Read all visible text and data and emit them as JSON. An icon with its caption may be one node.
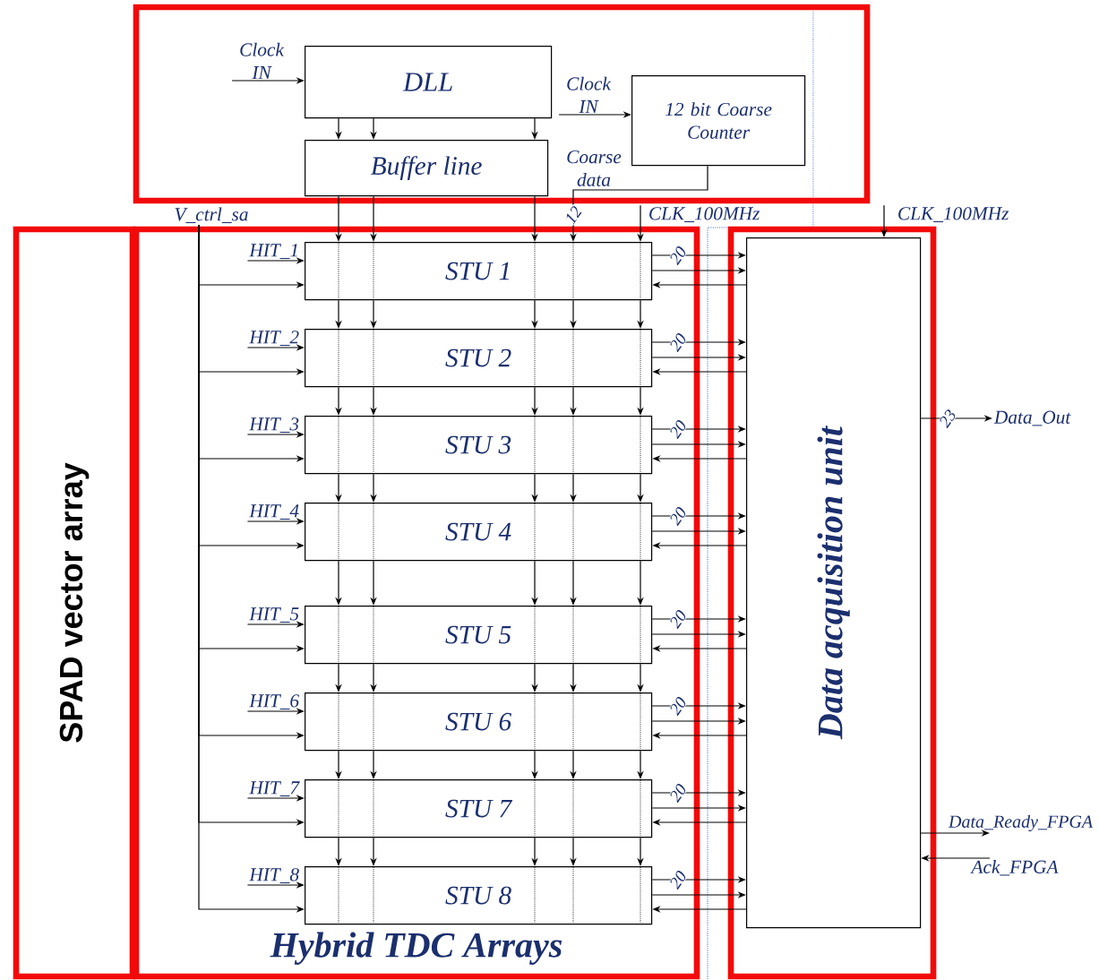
{
  "diagram": {
    "nodes": [
      {
        "text": [],
        "shape": "box"
      },
      {
        "text": [
          "SPAD vector array"
        ]
      },
      {
        "text": [
          "Hybrid TDC Arrays"
        ]
      },
      {
        "text": [],
        "shape": "box"
      },
      {
        "text": [
          "Clock IN"
        ],
        "in": 0
      },
      {
        "text": [
          "DLL"
        ],
        "in": 0
      },
      {
        "text": [
          "Buffer line"
        ],
        "in": 0
      },
      {
        "text": [
          "Clock IN"
        ],
        "in": 0
      },
      {
        "text": [
          "12 bit Coarse Counter"
        ],
        "in": 0
      },
      {
        "text": [
          "V_ctrl_sa"
        ]
      },
      {
        "text": [
          "CLK_100MHz"
        ]
      },
      {
        "text": [
          "HIT_1"
        ],
        "in": 2
      },
      {
        "text": [
          "HIT_2"
        ],
        "in": 2
      },
      {
        "text": [
          "HIT_3"
        ],
        "in": 2
      },
      {
        "text": [
          "HIT_4"
        ],
        "in": 2
      },
      {
        "text": [
          "HIT_5"
        ],
        "in": 2
      },
      {
        "text": [
          "HIT_6"
        ],
        "in": 2
      },
      {
        "text": [
          "HIT_7"
        ],
        "in": 2
      },
      {
        "text": [
          "HIT_8"
        ],
        "in": 2
      },
      {
        "text": [
          "STU 1"
        ],
        "in": 2
      },
      {
        "text": [
          "STU 2"
        ],
        "in": 2
      },
      {
        "text": [
          "STU 3"
        ],
        "in": 2
      },
      {
        "text": [
          "STU 4"
        ],
        "in": 2
      },
      {
        "text": [
          "STU 5"
        ],
        "in": 2
      },
      {
        "text": [
          "STU 6"
        ],
        "in": 2
      },
      {
        "text": [
          "STU 7"
        ],
        "in": 2
      },
      {
        "text": [
          "STU 8"
        ],
        "in": 2
      },
      {
        "text": [
          "Data acquisition unit"
        ],
        "in": 3
      },
      {
        "text": [
          "CLK_100MHz"
        ]
      },
      {
        "text": [
          "Data_Out"
        ]
      },
      {
        "text": [
          "Data_Ready_FPGA"
        ]
      },
      {
        "text": [
          "Ack_FPGA"
        ]
      }
    ],
    "edges": [
      {
        "from": 4,
        "to": 5,
        "arrow": "to"
      },
      {
        "from": 7,
        "to": 8,
        "arrow": "to"
      },
      {
        "from": 5,
        "to": 6,
        "arrow": "to"
      },
      {
        "from": 5,
        "to": 6,
        "arrow": "to"
      },
      {
        "from": 5,
        "to": 6,
        "arrow": "to"
      },
      {
        "from": 6,
        "to": 19,
        "arrow": "to"
      },
      {
        "from": 6,
        "to": 19,
        "arrow": "to"
      },
      {
        "from": 6,
        "to": 19,
        "arrow": "to"
      },
      {
        "from": 8,
        "to": 19,
        "arrow": "to",
        "label": "12"
      },
      {
        "from": 10,
        "to": 19,
        "arrow": "to"
      },
      {
        "from": 11,
        "to": 19,
        "arrow": "to"
      },
      {
        "from": 12,
        "to": 20,
        "arrow": "to"
      },
      {
        "from": 13,
        "to": 21,
        "arrow": "to"
      },
      {
        "from": 14,
        "to": 22,
        "arrow": "to"
      },
      {
        "from": 15,
        "to": 23,
        "arrow": "to"
      },
      {
        "from": 16,
        "to": 24,
        "arrow": "to"
      },
      {
        "from": 17,
        "to": 25,
        "arrow": "to"
      },
      {
        "from": 18,
        "to": 26,
        "arrow": "to"
      },
      {
        "from": 9,
        "to": 19,
        "arrow": "to"
      },
      {
        "from": 9,
        "to": 20,
        "arrow": "to"
      },
      {
        "from": 9,
        "to": 21,
        "arrow": "to"
      },
      {
        "from": 9,
        "to": 22,
        "arrow": "to"
      },
      {
        "from": 9,
        "to": 23,
        "arrow": "to"
      },
      {
        "from": 9,
        "to": 24,
        "arrow": "to"
      },
      {
        "from": 9,
        "to": 25,
        "arrow": "to"
      },
      {
        "from": 9,
        "to": 26,
        "arrow": "to"
      },
      {
        "from": 19,
        "to": 20,
        "arrow": "to"
      },
      {
        "from": 19,
        "to": 20,
        "arrow": "to"
      },
      {
        "from": 19,
        "to": 20,
        "arrow": "to"
      },
      {
        "from": 19,
        "to": 20,
        "arrow": "to"
      },
      {
        "from": 19,
        "to": 20,
        "arrow": "to"
      },
      {
        "from": 20,
        "to": 21,
        "arrow": "to"
      },
      {
        "from": 20,
        "to": 21,
        "arrow": "to"
      },
      {
        "from": 20,
        "to": 21,
        "arrow": "to"
      },
      {
        "from": 20,
        "to": 21,
        "arrow": "to"
      },
      {
        "from": 20,
        "to": 21,
        "arrow": "to"
      },
      {
        "from": 21,
        "to": 22,
        "arrow": "to"
      },
      {
        "from": 21,
        "to": 22,
        "arrow": "to"
      },
      {
        "from": 21,
        "to": 22,
        "arrow": "to"
      },
      {
        "from": 21,
        "to": 22,
        "arrow": "to"
      },
      {
        "from": 21,
        "to": 22,
        "arrow": "to"
      },
      {
        "from": 22,
        "to": 23,
        "arrow": "to"
      },
      {
        "from": 22,
        "to": 23,
        "arrow": "to"
      },
      {
        "from": 22,
        "to": 23,
        "arrow": "to"
      },
      {
        "from": 22,
        "to": 23,
        "arrow": "to"
      },
      {
        "from": 22,
        "to": 23,
        "arrow": "to"
      },
      {
        "from": 23,
        "to": 24,
        "arrow": "to"
      },
      {
        "from": 23,
        "to": 24,
        "arrow": "to"
      },
      {
        "from": 23,
        "to": 24,
        "arrow": "to"
      },
      {
        "from": 23,
        "to": 24,
        "arrow": "to"
      },
      {
        "from": 23,
        "to": 24,
        "arrow": "to"
      },
      {
        "from": 24,
        "to": 25,
        "arrow": "to"
      },
      {
        "from": 24,
        "to": 25,
        "arrow": "to"
      },
      {
        "from": 24,
        "to": 25,
        "arrow": "to"
      },
      {
        "from": 24,
        "to": 25,
        "arrow": "to"
      },
      {
        "from": 24,
        "to": 25,
        "arrow": "to"
      },
      {
        "from": 25,
        "to": 26,
        "arrow": "to"
      },
      {
        "from": 25,
        "to": 26,
        "arrow": "to"
      },
      {
        "from": 25,
        "to": 26,
        "arrow": "to"
      },
      {
        "from": 25,
        "to": 26,
        "arrow": "to"
      },
      {
        "from": 25,
        "to": 26,
        "arrow": "to"
      },
      {
        "from": 19,
        "to": 27,
        "arrow": "to",
        "label": "20"
      },
      {
        "from": 19,
        "to": 27,
        "arrow": "to"
      },
      {
        "from": 27,
        "to": 19,
        "arrow": "to"
      },
      {
        "from": 20,
        "to": 27,
        "arrow": "to",
        "label": "20"
      },
      {
        "from": 20,
        "to": 27,
        "arrow": "to"
      },
      {
        "from": 27,
        "to": 20,
        "arrow": "to"
      },
      {
        "from": 21,
        "to": 27,
        "arrow": "to",
        "label": "20"
      },
      {
        "from": 21,
        "to": 27,
        "arrow": "to"
      },
      {
        "from": 27,
        "to": 21,
        "arrow": "to"
      },
      {
        "from": 22,
        "to": 27,
        "arrow": "to",
        "label": "20"
      },
      {
        "from": 22,
        "to": 27,
        "arrow": "to"
      },
      {
        "from": 27,
        "to": 22,
        "arrow": "to"
      },
      {
        "from": 23,
        "to": 27,
        "arrow": "to",
        "label": "20"
      },
      {
        "from": 23,
        "to": 27,
        "arrow": "to"
      },
      {
        "from": 27,
        "to": 23,
        "arrow": "to"
      },
      {
        "from": 24,
        "to": 27,
        "arrow": "to",
        "label": "20"
      },
      {
        "from": 24,
        "to": 27,
        "arrow": "to"
      },
      {
        "from": 27,
        "to": 24,
        "arrow": "to"
      },
      {
        "from": 25,
        "to": 27,
        "arrow": "to",
        "label": "20"
      },
      {
        "from": 25,
        "to": 27,
        "arrow": "to"
      },
      {
        "from": 27,
        "to": 25,
        "arrow": "to"
      },
      {
        "from": 26,
        "to": 27,
        "arrow": "to",
        "label": "20"
      },
      {
        "from": 26,
        "to": 27,
        "arrow": "to"
      },
      {
        "from": 27,
        "to": 26,
        "arrow": "to"
      },
      {
        "from": 28,
        "to": 27,
        "arrow": "to"
      },
      {
        "from": 27,
        "to": 29,
        "arrow": "to",
        "label": "23"
      },
      {
        "from": 27,
        "to": 30,
        "arrow": "to"
      },
      {
        "from": 31,
        "to": 27,
        "arrow": "to"
      }
    ],
    "labels": [
      "Coarse data"
    ]
  }
}
